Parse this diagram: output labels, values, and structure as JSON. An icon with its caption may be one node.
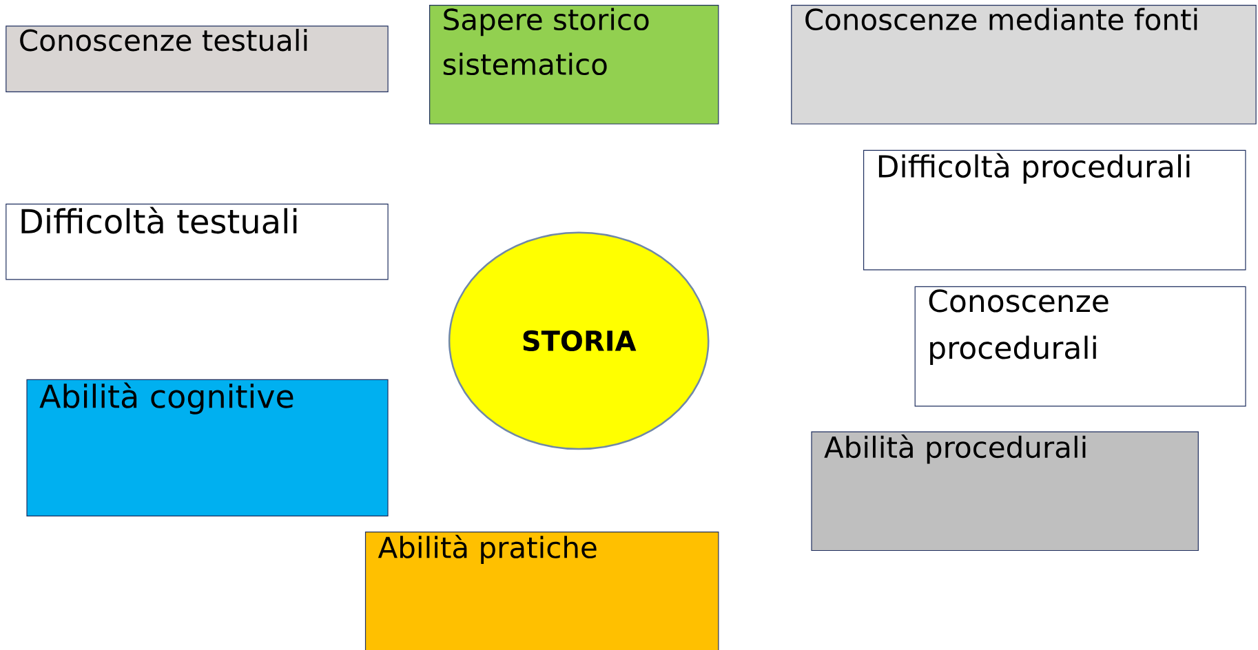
{
  "diagram": {
    "nodes": [
      {
        "text": [
          "Sapere storico sistematico"
        ]
      },
      {
        "text": [
          "Conoscenze mediante fonti"
        ]
      },
      {
        "text": [
          "Conoscenze testuali"
        ]
      },
      {
        "text": [
          "Difficoltà procedurali"
        ]
      },
      {
        "text": [
          "Difficoltà testuali"
        ]
      },
      {
        "text": [
          "STORIA"
        ]
      },
      {
        "text": [
          "Conoscenze procedurali"
        ]
      },
      {
        "text": [
          "Abilità cognitive"
        ]
      },
      {
        "text": [
          "Abilità procedurali"
        ]
      },
      {
        "text": [
          "Abilità pratiche"
        ]
      }
    ]
  }
}
